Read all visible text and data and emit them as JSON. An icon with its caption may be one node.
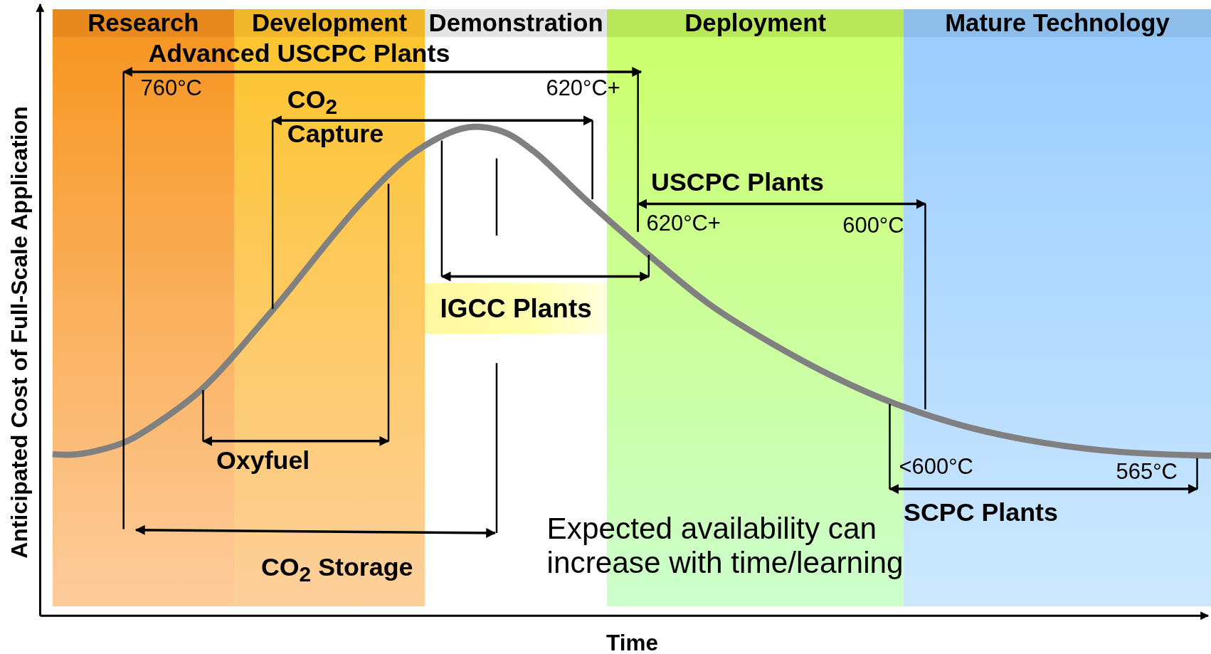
{
  "diagram": {
    "nodes": [
      {
        "text": [
          "Research"
        ]
      },
      {
        "text": [
          "Development"
        ]
      },
      {
        "text": [
          "Demonstration"
        ]
      },
      {
        "text": [
          "Deployment"
        ]
      },
      {
        "text": [
          "Mature Technology"
        ]
      },
      {
        "text": [
          "IGCC Plants"
        ]
      }
    ],
    "labels": [
      "Advanced USCPC Plants",
      "760°C",
      "620°C+",
      "CO$_{2}$ Capture",
      "USCPC Plants",
      "620°C+",
      "600°C",
      "Oxyfuel",
      "<600°C",
      "565°C",
      "SCPC Plants",
      "Expected availability can increase with time/learning",
      "CO$_{2}$ Storage",
      "Anticipated Cost of Full-Scale Application",
      "Time"
    ]
  }
}
